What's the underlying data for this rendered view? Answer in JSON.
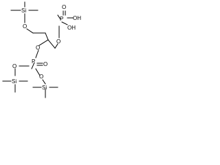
{
  "molecule": {
    "atom_labels": {
      "si_top": "Si",
      "o_top_left": "O",
      "o_phos_top_ring": "O",
      "p_top": "P",
      "o_p_top_double": "O",
      "oh_1": "OH",
      "oh_2": "OH",
      "o_mid": "O",
      "p_mid": "P",
      "o_p_mid_double": "O",
      "o_p_mid_left": "O",
      "o_p_mid_right": "O",
      "si_left": "Si",
      "si_right": "Si"
    },
    "bond_color": "#000000",
    "background": "#ffffff"
  }
}
